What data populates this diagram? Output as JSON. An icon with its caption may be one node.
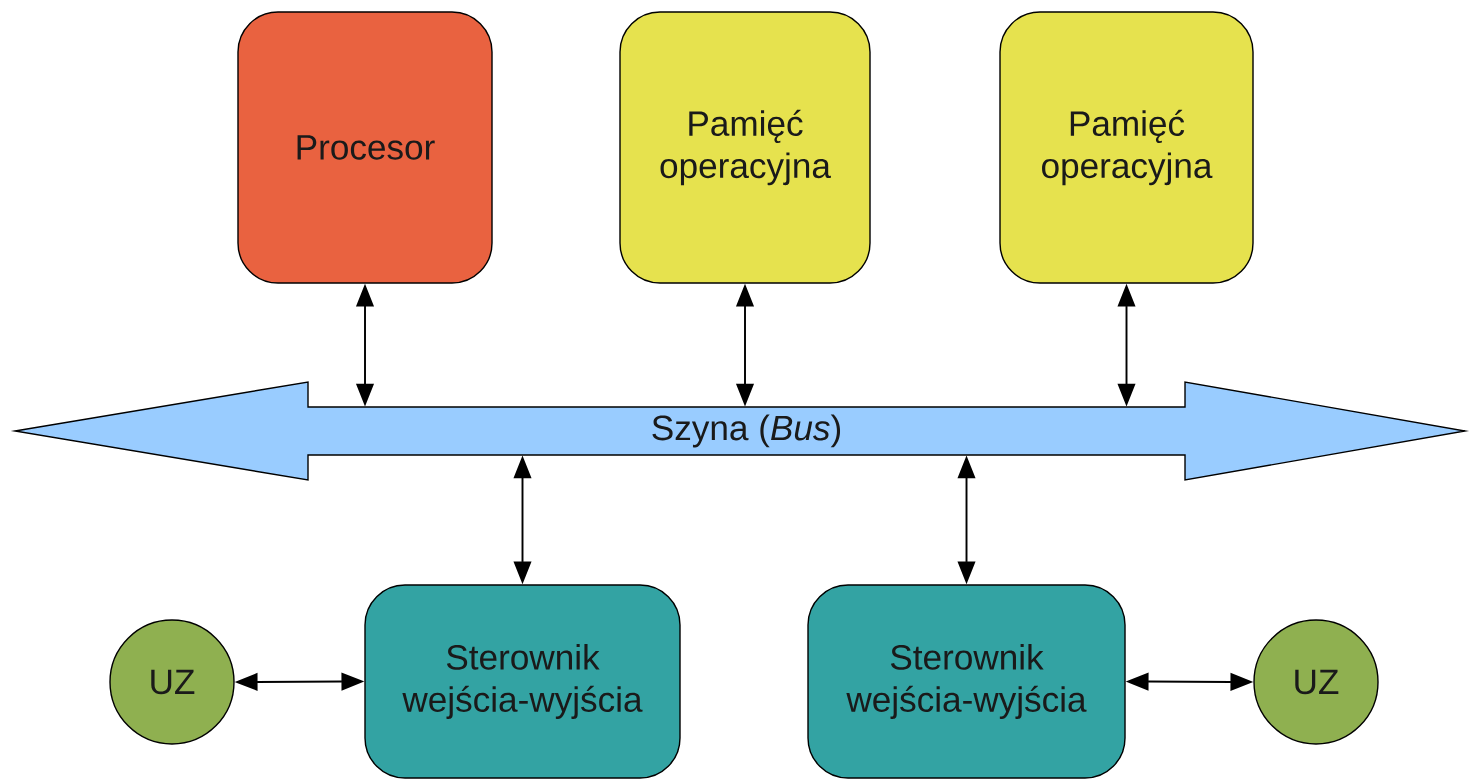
{
  "diagram": {
    "nodes": [
      {
        "text": [
          "Procesor"
        ]
      },
      {
        "text": [
          "Pamięć operacyjna"
        ]
      },
      {
        "text": [
          "Pamięć operacyjna"
        ]
      },
      {
        "text": [
          "Szyna (*Bus*)"
        ]
      },
      {
        "text": [
          "Sterownik wejścia-wyjścia"
        ]
      },
      {
        "text": [
          "Sterownik wejścia-wyjścia"
        ]
      },
      {
        "text": [
          "UZ"
        ]
      },
      {
        "text": [
          "UZ"
        ]
      }
    ],
    "edges": [
      {
        "from": 0,
        "to": 3,
        "arrow": "both"
      },
      {
        "from": 1,
        "to": 3,
        "arrow": "both"
      },
      {
        "from": 2,
        "to": 3,
        "arrow": "both"
      },
      {
        "from": 3,
        "to": 4,
        "arrow": "both"
      },
      {
        "from": 3,
        "to": 5,
        "arrow": "both"
      },
      {
        "from": 6,
        "to": 4,
        "arrow": "both"
      },
      {
        "from": 5,
        "to": 7,
        "arrow": "both"
      }
    ]
  }
}
